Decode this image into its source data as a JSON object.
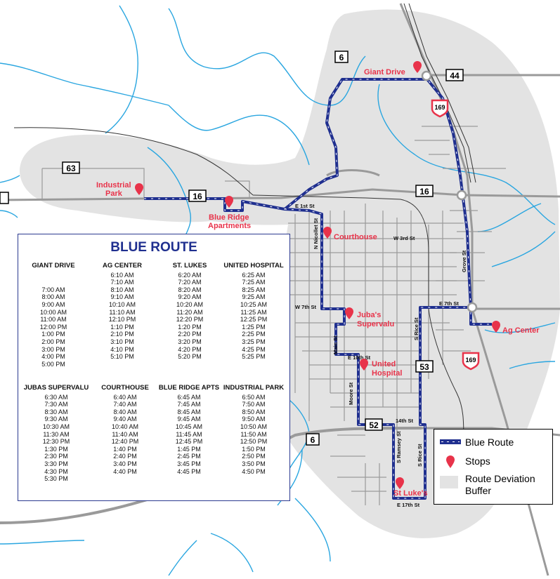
{
  "route_title": "BLUE ROUTE",
  "stops": {
    "giant_drive": "Giant Drive",
    "industrial_park": [
      "Industrial",
      "Park"
    ],
    "blue_ridge_apartments": [
      "Blue Ridge",
      "Apartments"
    ],
    "courthouse": "Courthouse",
    "jubas_supervalu": [
      "Juba's",
      "Supervalu"
    ],
    "united_hospital": [
      "United",
      "Hospital"
    ],
    "st_lukes": "St Luke's",
    "ag_center": "Ag Center"
  },
  "highways": {
    "h6_north": "6",
    "h44": "44",
    "h169_north": "169",
    "h63": "63",
    "h16_west": "16",
    "h16_east": "16",
    "h169_south": "169",
    "h53": "53",
    "h52": "52",
    "h6_south": "6"
  },
  "streets": {
    "e1st": "E 1st St",
    "w3rd": "W 3rd St",
    "nnicollet": "N Nicollet St",
    "w7th": "W 7th St",
    "e7th": "E 7th St",
    "grove": "Grove St",
    "main": "Main St",
    "e10th": "E 10th St",
    "srice_n": "S Rice St",
    "moore": "Moore St",
    "14th": "14th St",
    "sramsey": "S Ramsey St",
    "srice_s": "S Rice St",
    "e17th": "E 17th St"
  },
  "schedule": {
    "top_columns": [
      {
        "header": "GIANT DRIVE",
        "times": [
          "",
          "",
          "7:00 AM",
          "8:00 AM",
          "9:00 AM",
          "10:00 AM",
          "11:00 AM",
          "12:00 PM",
          "1:00 PM",
          "2:00 PM",
          "3:00 PM",
          "4:00 PM",
          "5:00 PM"
        ]
      },
      {
        "header": "AG CENTER",
        "times": [
          "6:10 AM",
          "7:10 AM",
          "8:10 AM",
          "9:10 AM",
          "10:10 AM",
          "11:10 AM",
          "12:10 PM",
          "1:10 PM",
          "2:10 PM",
          "3:10 PM",
          "4:10 PM",
          "5:10 PM"
        ]
      },
      {
        "header": "ST. LUKES",
        "times": [
          "6:20 AM",
          "7:20 AM",
          "8:20 AM",
          "9:20 AM",
          "10:20 AM",
          "11:20 AM",
          "12:20 PM",
          "1:20 PM",
          "2:20 PM",
          "3:20 PM",
          "4:20 PM",
          "5:20 PM"
        ]
      },
      {
        "header": "UNITED HOSPITAL",
        "times": [
          "6:25 AM",
          "7:25 AM",
          "8:25 AM",
          "9:25 AM",
          "10:25 AM",
          "11:25 AM",
          "12:25 PM",
          "1:25 PM",
          "2:25 PM",
          "3:25 PM",
          "4:25 PM",
          "5:25 PM"
        ]
      }
    ],
    "bottom_columns": [
      {
        "header": "JUBAS SUPERVALU",
        "times": [
          "6:30 AM",
          "7:30 AM",
          "8:30 AM",
          "9:30 AM",
          "10:30 AM",
          "11:30 AM",
          "12:30 PM",
          "1:30 PM",
          "2:30 PM",
          "3:30 PM",
          "4:30 PM",
          "5:30 PM"
        ]
      },
      {
        "header": "COURTHOUSE",
        "times": [
          "6:40 AM",
          "7:40 AM",
          "8:40 AM",
          "9:40 AM",
          "10:40 AM",
          "11:40 AM",
          "12:40 PM",
          "1:40 PM",
          "2:40 PM",
          "3:40 PM",
          "4:40 PM"
        ]
      },
      {
        "header": "BLUE RIDGE APTS",
        "times": [
          "6:45 AM",
          "7:45 AM",
          "8:45 AM",
          "9:45 AM",
          "10:45 AM",
          "11:45 AM",
          "12:45 PM",
          "1:45 PM",
          "2:45 PM",
          "3:45 PM",
          "4:45 PM"
        ]
      },
      {
        "header": "INDUSTRIAL PARK",
        "times": [
          "6:50 AM",
          "7:50 AM",
          "8:50 AM",
          "9:50 AM",
          "10:50 AM",
          "11:50 AM",
          "12:50 PM",
          "1:50 PM",
          "2:50 PM",
          "3:50 PM",
          "4:50 PM"
        ]
      }
    ]
  },
  "legend": {
    "blue_route": "Blue Route",
    "stops": "Stops",
    "buffer_line1": "Route Deviation",
    "buffer_line2": "Buffer"
  },
  "colors": {
    "route": "#1f2f8f",
    "stop": "#e8334a",
    "buffer": "#e3e3e3",
    "water": "#2aa6e0",
    "streets": "#9a9a9a"
  }
}
